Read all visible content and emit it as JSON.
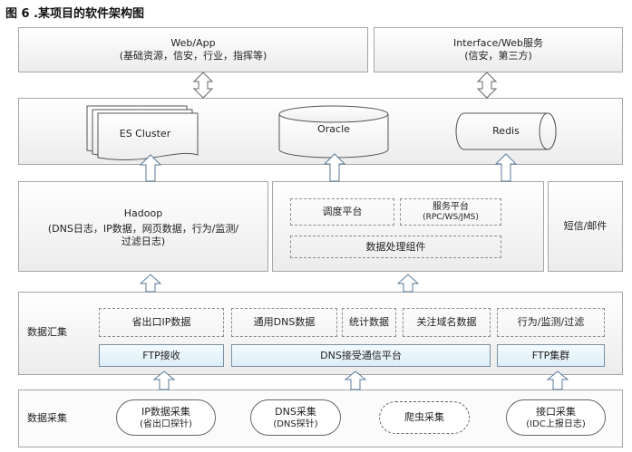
{
  "title": "图 6 .某项目的软件架构图",
  "top": {
    "web_app": {
      "name": "Web/App",
      "desc": "(基础资源，信安，行业，指挥等)"
    },
    "interface": {
      "name": "Interface/Web服务",
      "desc": "(信安，第三方)"
    }
  },
  "storage": {
    "es": "ES  Cluster",
    "oracle": "Oracle",
    "redis": "Redis"
  },
  "hadoop": {
    "name": "Hadoop",
    "desc1": "(DNS日志，IP数据，网页数据，行为/监测/",
    "desc2": "过滤日志)"
  },
  "processing": {
    "schedule": "调度平台",
    "service_name": "服务平台",
    "service_sub": "(RPC/WS/JMS)",
    "data_process": "数据处理组件"
  },
  "sms": "短信/邮件",
  "aggregation": {
    "label": "数据汇集",
    "province_ip": "省出口IP数据",
    "dns_data": "通用DNS数据",
    "stats": "统计数据",
    "domains": "关注域名数据",
    "behavior": "行为/监测/过滤",
    "ftp_recv": "FTP接收",
    "dns_platform": "DNS接受通信平台",
    "ftp_cluster": "FTP集群"
  },
  "collection": {
    "label": "数据采集",
    "ip": {
      "name": "IP数据采集",
      "sub": "(省出口探针)"
    },
    "dns": {
      "name": "DNS采集",
      "sub": "(DNS探针)"
    },
    "crawler": "爬虫采集",
    "api": {
      "name": "接口采集",
      "sub": "(IDC上报日志)"
    }
  }
}
